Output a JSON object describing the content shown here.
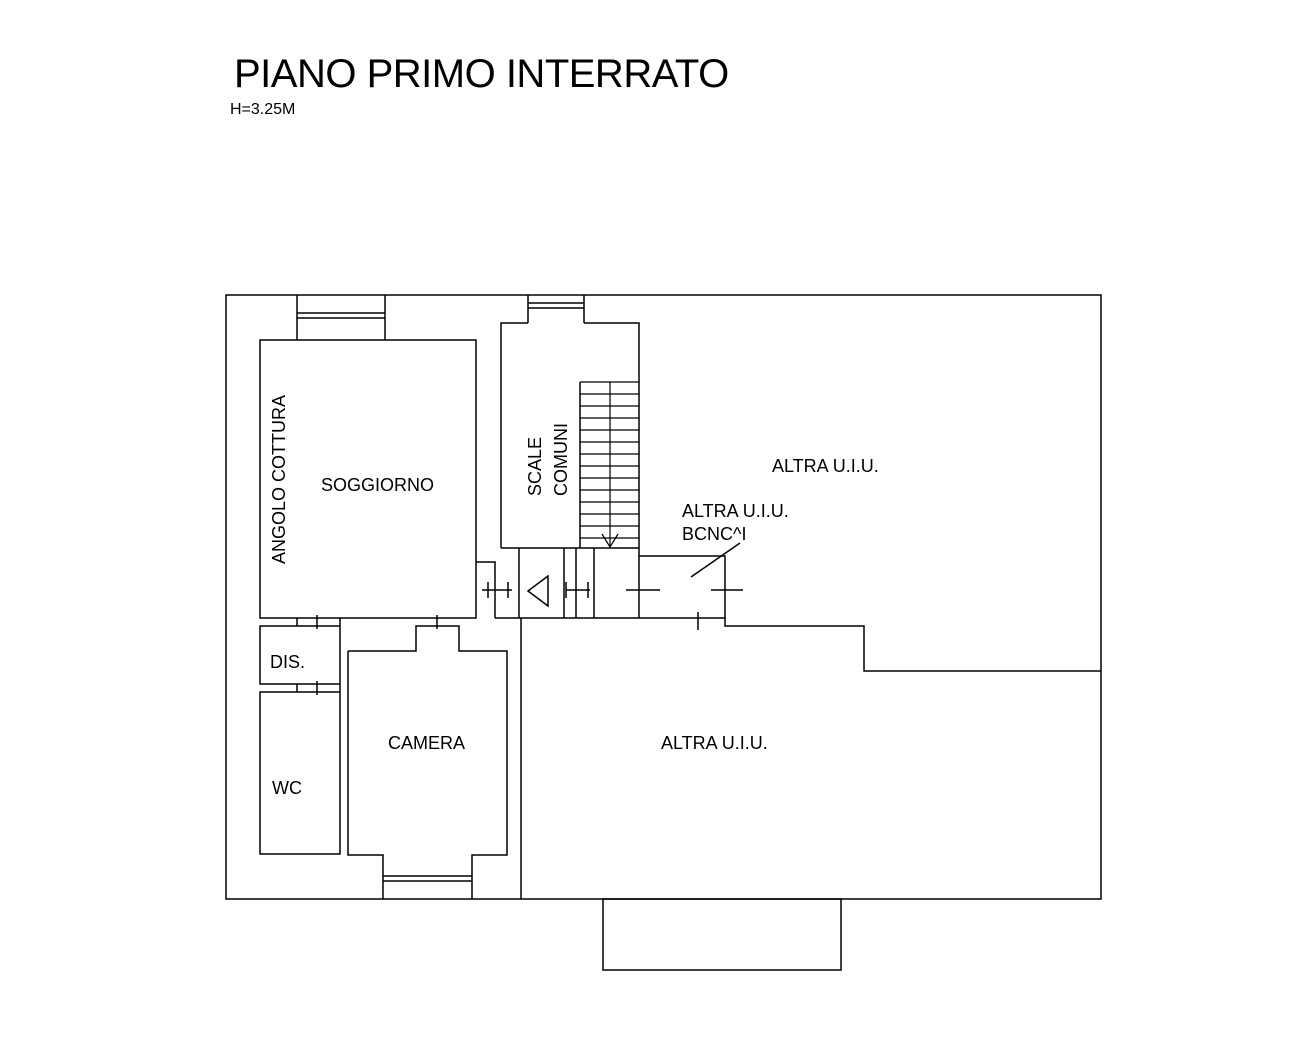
{
  "header": {
    "title": "PIANO PRIMO INTERRATO",
    "height_note": "H=3.25M"
  },
  "rooms": {
    "angolo_cottura": "ANGOLO COTTURA",
    "soggiorno": "SOGGIORNO",
    "scale_line1": "SCALE",
    "scale_line2": "COMUNI",
    "altra_uiu_top": "ALTRA U.I.U.",
    "altra_uiu_bcnc_line1": "ALTRA U.I.U.",
    "altra_uiu_bcnc_line2": "BCNC^I",
    "dis": "DIS.",
    "camera": "CAMERA",
    "wc": "WC",
    "altra_uiu_bottom": "ALTRA U.I.U."
  }
}
